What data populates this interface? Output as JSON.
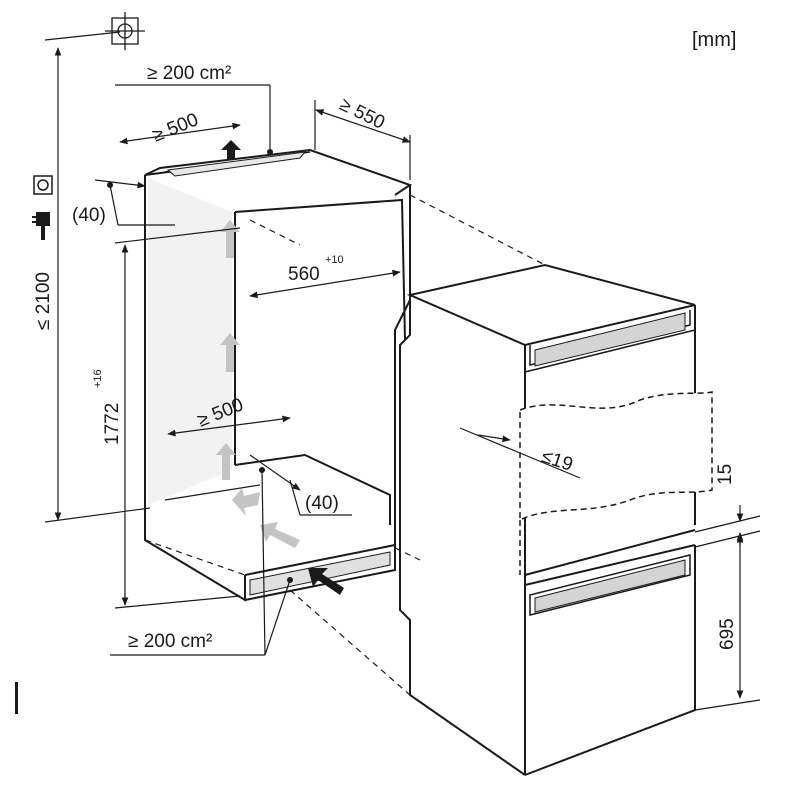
{
  "unit_label": "[mm]",
  "dimensions": {
    "max_height": "≤ 2100",
    "niche_height": "1772",
    "niche_height_tol": "+16",
    "niche_width": "560",
    "niche_width_tol": "+10",
    "depth": "≥ 550",
    "top_depth": "≥ 500",
    "bottom_depth": "≥ 500",
    "top_gap": "(40)",
    "bottom_gap": "(40)",
    "vent_top": "≥ 200 cm²",
    "vent_bottom": "≥ 200 cm²",
    "door_gap": "≤19",
    "split_gap": "15",
    "lower_height": "695"
  },
  "icons": [
    "socket-icon",
    "plug-icon",
    "plumb-icon"
  ],
  "colors": {
    "line": "#1a1a1a",
    "arrow": "#b9b9b9",
    "panel": "#e8e8e8"
  }
}
